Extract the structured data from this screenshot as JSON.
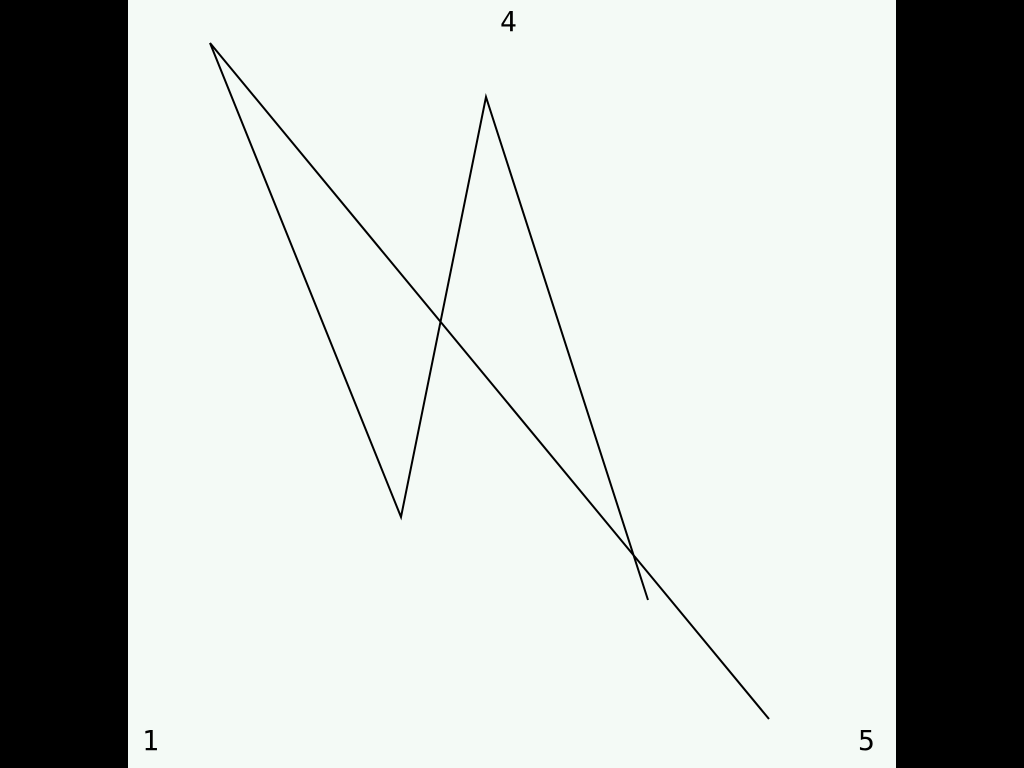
{
  "labels": {
    "top": "4",
    "bottom_left": "1",
    "bottom_right": "5"
  },
  "colors": {
    "outer_background": "#000000",
    "canvas_background": "#f4faf6",
    "stroke": "#000000"
  }
}
